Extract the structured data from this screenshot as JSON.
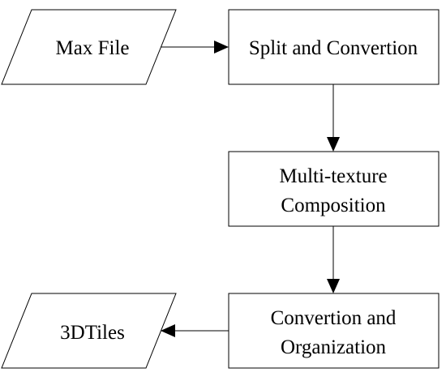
{
  "diagram": {
    "nodes": {
      "max_file": {
        "shape": "parallelogram",
        "lines": [
          "Max File"
        ]
      },
      "split": {
        "shape": "rectangle",
        "lines": [
          "Split and Convertion"
        ]
      },
      "multi_texture": {
        "shape": "rectangle",
        "lines": [
          "Multi-texture",
          "Composition"
        ]
      },
      "convertion_org": {
        "shape": "rectangle",
        "lines": [
          "Convertion and",
          "Organization"
        ]
      },
      "tiles": {
        "shape": "parallelogram",
        "lines": [
          "3DTiles"
        ]
      }
    },
    "edges": [
      {
        "from": "max_file",
        "to": "split"
      },
      {
        "from": "split",
        "to": "multi_texture"
      },
      {
        "from": "multi_texture",
        "to": "convertion_org"
      },
      {
        "from": "convertion_org",
        "to": "tiles"
      }
    ]
  }
}
